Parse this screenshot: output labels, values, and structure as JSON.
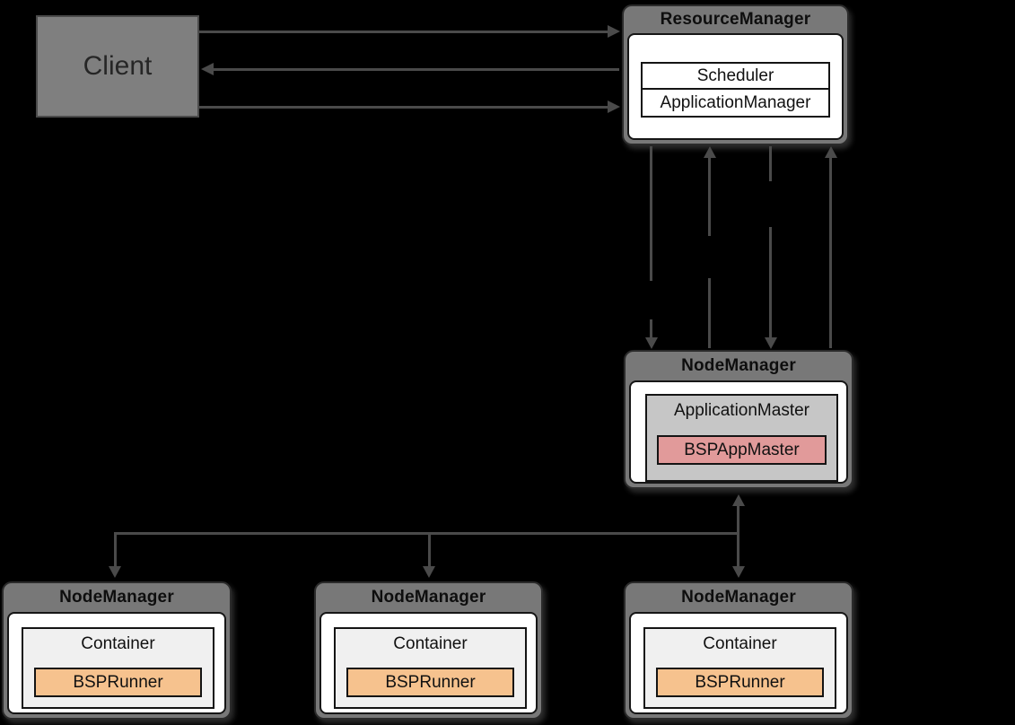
{
  "client": {
    "label": "Client"
  },
  "resource_manager": {
    "title": "ResourceManager",
    "scheduler_label": "Scheduler",
    "application_manager_label": "ApplicationManager"
  },
  "master_node": {
    "title": "NodeManager",
    "application_master_label": "ApplicationMaster",
    "bsp_app_master_label": "BSPAppMaster"
  },
  "worker_nodes": [
    {
      "title": "NodeManager",
      "container_label": "Container",
      "runner_label": "BSPRunner"
    },
    {
      "title": "NodeManager",
      "container_label": "Container",
      "runner_label": "BSPRunner"
    },
    {
      "title": "NodeManager",
      "container_label": "Container",
      "runner_label": "BSPRunner"
    }
  ],
  "colors": {
    "background": "#000000",
    "header_gray": "#787878",
    "client_gray": "#7f7f7f",
    "application_master_fill": "#c6c6c6",
    "bsp_app_master_fill": "#e19a9a",
    "container_fill": "#f0f0f0",
    "bsp_runner_fill": "#f6c28e",
    "arrow_gray": "#4a4a4a",
    "panel_white": "#ffffff"
  }
}
